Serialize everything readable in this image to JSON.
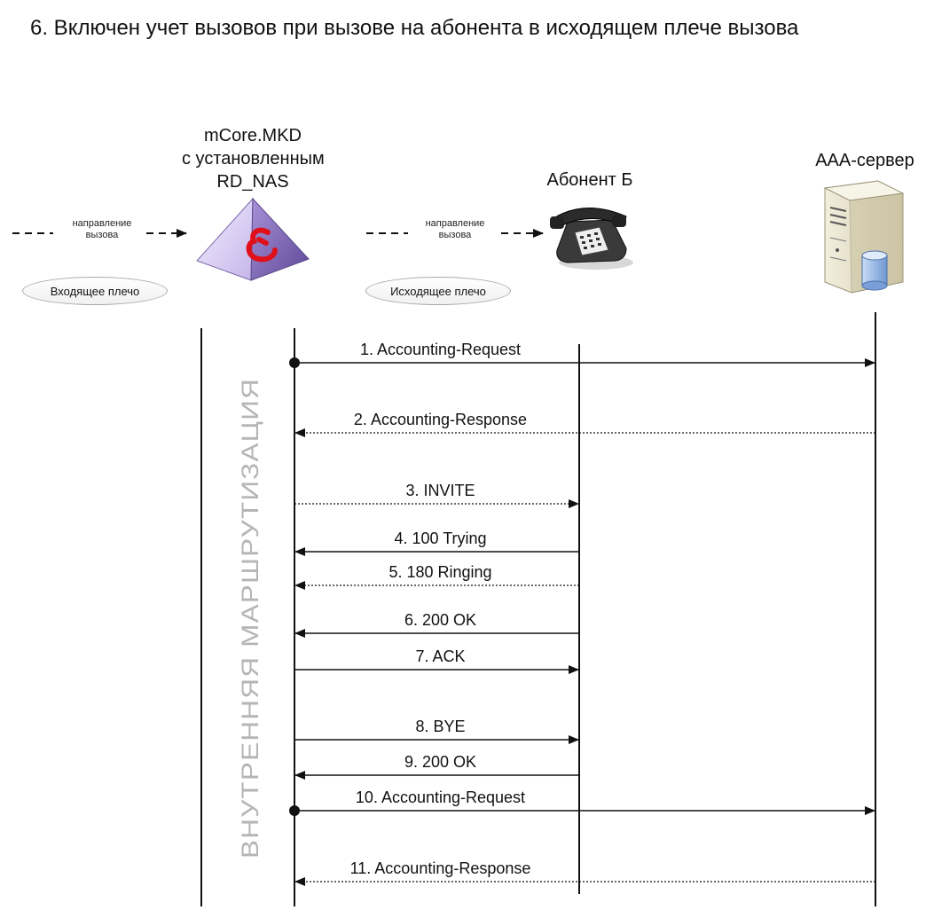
{
  "title": "6. Включен учет вызовов при вызове на абонента в исходящем плече вызова",
  "nodes": {
    "mcore": [
      "mCore.MKD",
      "с установленным",
      "RD_NAS"
    ],
    "subscriber": "Абонент Б",
    "aaa": "AAA-сервер"
  },
  "call_direction": [
    "направление",
    "вызова"
  ],
  "legs": {
    "incoming": "Входящее плечо",
    "outgoing": "Исходящее плечо"
  },
  "internal_routing": "ВНУТРЕННЯЯ МАРШРУТИЗАЦИЯ",
  "messages": [
    {
      "label": "1. Accounting-Request",
      "from": "mcore",
      "to": "aaa",
      "style": "solid",
      "start_dot": true
    },
    {
      "label": "2. Accounting-Response",
      "from": "aaa",
      "to": "mcore",
      "style": "dotted",
      "start_dot": false
    },
    {
      "label": "3. INVITE",
      "from": "mcore",
      "to": "subscriber",
      "style": "dotted",
      "start_dot": false
    },
    {
      "label": "4. 100 Trying",
      "from": "subscriber",
      "to": "mcore",
      "style": "solid",
      "start_dot": false
    },
    {
      "label": "5. 180 Ringing",
      "from": "subscriber",
      "to": "mcore",
      "style": "dotted",
      "start_dot": false
    },
    {
      "label": "6. 200 OK",
      "from": "subscriber",
      "to": "mcore",
      "style": "solid",
      "start_dot": false
    },
    {
      "label": "7. ACK",
      "from": "mcore",
      "to": "subscriber",
      "style": "solid",
      "start_dot": false
    },
    {
      "label": "8. BYE",
      "from": "mcore",
      "to": "subscriber",
      "style": "solid",
      "start_dot": false
    },
    {
      "label": "9. 200 OK",
      "from": "subscriber",
      "to": "mcore",
      "style": "solid",
      "start_dot": false
    },
    {
      "label": "10. Accounting-Request",
      "from": "mcore",
      "to": "aaa",
      "style": "solid",
      "start_dot": true
    },
    {
      "label": "11. Accounting-Response",
      "from": "aaa",
      "to": "mcore",
      "style": "dotted",
      "start_dot": false
    }
  ],
  "icons": {
    "mcore": "pyramid-icon",
    "subscriber": "telephone-icon",
    "aaa": "server-icon"
  },
  "colors": {
    "pyramid_light": "#d9ccf2",
    "pyramid_dark": "#6e55a8",
    "logo_red": "#e0101a",
    "server_body": "#e6e0c8",
    "cylinder": "#9fbfe8"
  }
}
